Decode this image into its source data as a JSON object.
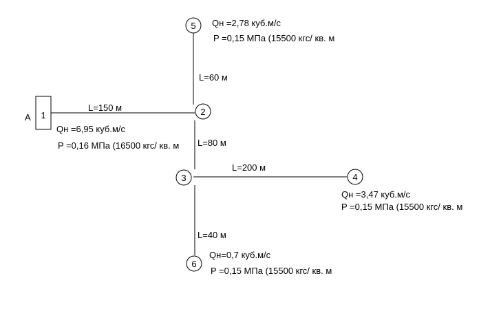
{
  "source": {
    "letter": "A",
    "number": "1"
  },
  "nodes": {
    "n2": "2",
    "n3": "3",
    "n4": "4",
    "n5": "5",
    "n6": "6"
  },
  "pipes": {
    "p1_2": "L=150 м",
    "p2_5": "L=60 м",
    "p2_3": "L=80 м",
    "p3_4": "L=200 м",
    "p3_6": "L=40 м"
  },
  "annotations": {
    "n5_q": "Qн =2,78 куб.м/с",
    "n5_p": "P =0,15 МПа (15500 кгс/ кв. м",
    "n1_q": "Qн =6,95 куб.м/с",
    "n1_p": "P =0,16 МПа (16500 кгс/ кв. м",
    "n4_q": "Qн =3,47 куб.м/с",
    "n4_p": "P =0,15 МПа (15500 кгс/ кв. м",
    "n6_q": "Qн=0,7 куб.м/с",
    "n6_p": "P =0,15 МПа (15500 кгс/ кв. м"
  }
}
